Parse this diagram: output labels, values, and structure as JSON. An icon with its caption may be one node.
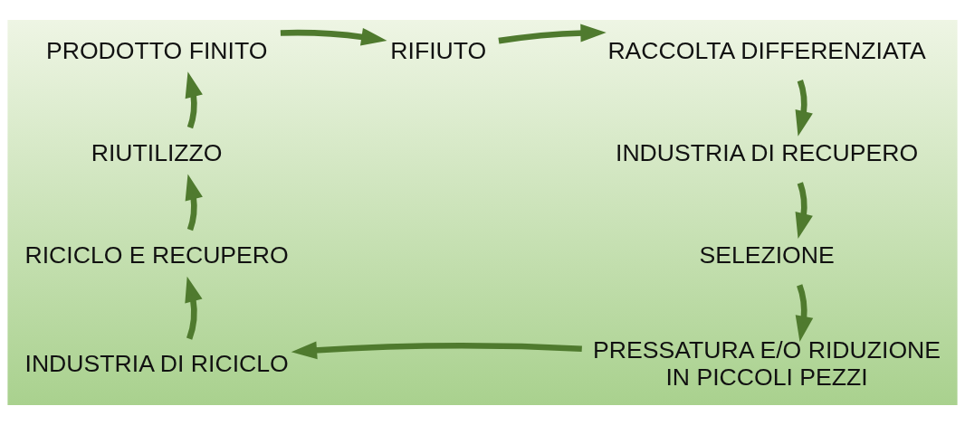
{
  "diagram": {
    "nodes": [
      {
        "text": [
          "PRODOTTO FINITO"
        ]
      },
      {
        "text": [
          "RIFIUTO"
        ]
      },
      {
        "text": [
          "RACCOLTA DIFFERENZIATA"
        ]
      },
      {
        "text": [
          "INDUSTRIA DI RECUPERO"
        ]
      },
      {
        "text": [
          "SELEZIONE"
        ]
      },
      {
        "text": [
          "PRESSATURA E/O RIDUZIONE IN PICCOLI PEZZI"
        ]
      },
      {
        "text": [
          "INDUSTRIA DI RICICLO"
        ]
      },
      {
        "text": [
          "RICICLO E RECUPERO"
        ]
      },
      {
        "text": [
          "RIUTILIZZO"
        ]
      }
    ],
    "edges": [
      {
        "from": 0,
        "to": 1,
        "arrow": "to"
      },
      {
        "from": 1,
        "to": 2,
        "arrow": "to"
      },
      {
        "from": 2,
        "to": 3,
        "arrow": "to"
      },
      {
        "from": 3,
        "to": 4,
        "arrow": "to"
      },
      {
        "from": 4,
        "to": 5,
        "arrow": "to"
      },
      {
        "from": 5,
        "to": 6,
        "arrow": "to"
      },
      {
        "from": 6,
        "to": 7,
        "arrow": "to"
      },
      {
        "from": 7,
        "to": 8,
        "arrow": "to"
      },
      {
        "from": 8,
        "to": 0,
        "arrow": "to"
      }
    ]
  }
}
